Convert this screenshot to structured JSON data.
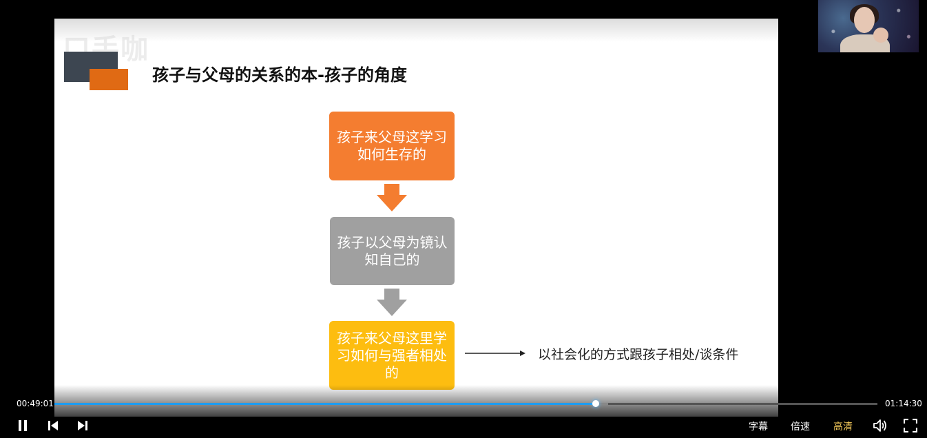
{
  "slide": {
    "watermark": "口手咖",
    "title": "孩子与父母的关系的本-孩子的角度",
    "boxes": [
      {
        "text": "孩子来父母这学习如何生存的",
        "color": "#f47d30"
      },
      {
        "text": "孩子以父母为镜认知自己的",
        "color": "#a0a0a0"
      },
      {
        "text": "孩子来父母这里学习如何与强者相处的",
        "color": "#fdbd10"
      }
    ],
    "side_note": "以社会化的方式跟孩子相处/谈条件"
  },
  "player": {
    "current_time": "00:49:01",
    "total_time": "01:14:30",
    "progress_fraction": 0.658,
    "buffered_fraction": 0.673,
    "subtitles_label": "字幕",
    "speed_label": "倍速",
    "quality_label": "高清",
    "accent_color": "#1e9cf0"
  },
  "icons": {
    "pause": "pause-icon",
    "previous": "skip-previous-icon",
    "next": "skip-next-icon",
    "volume": "volume-icon",
    "fullscreen": "fullscreen-icon"
  }
}
